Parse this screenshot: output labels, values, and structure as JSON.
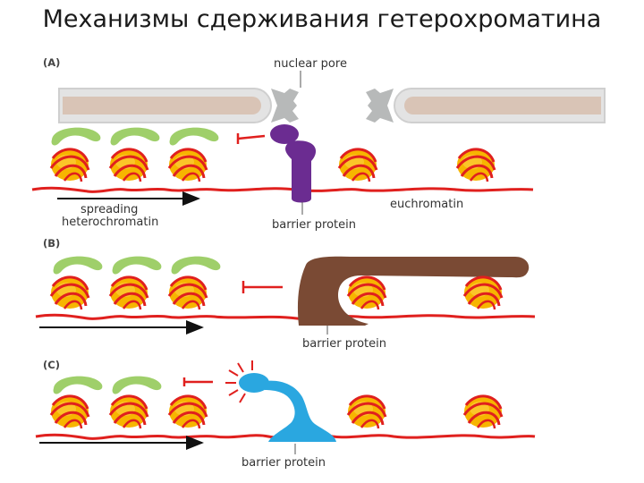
{
  "slide": {
    "title": "Механизмы сдерживания гетерохроматина"
  },
  "panels": [
    {
      "id": "A",
      "label": "(A)",
      "nuclear_pore_label": "nuclear pore",
      "spreading_label_line1": "spreading",
      "spreading_label_line2": "heterochromatin",
      "euchromatin_label": "euchromatin",
      "barrier_label": "barrier protein",
      "barrier_color": "#6b2c91"
    },
    {
      "id": "B",
      "label": "(B)",
      "barrier_label": "barrier protein",
      "barrier_color": "#7a4a34"
    },
    {
      "id": "C",
      "label": "(C)",
      "barrier_label": "barrier protein",
      "barrier_color": "#2aa7e0"
    }
  ],
  "colors": {
    "dna": "#e0201e",
    "nucleosome": "#f7b500",
    "hp1_protein": "#9fcf6a",
    "envelope_fill": "#d9c4b6",
    "envelope_edge": "#cccccc",
    "pore": "#b7b9b9"
  }
}
